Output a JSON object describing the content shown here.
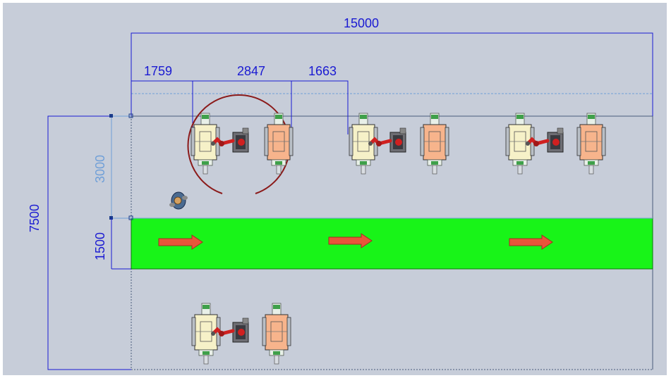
{
  "colors": {
    "background": "#c7cdd9",
    "dimension_line": "#1a1ad2",
    "dimension_light": "#6f9fd8",
    "floor_outline": "#4a5a7a",
    "conveyor": "#18f418",
    "arrow": "#e8553a",
    "robot_reach": "#8b1a1a",
    "robot_red": "#d02020"
  },
  "dimensions": {
    "total_length": "15000",
    "offset_1": "1759",
    "cell_spacing": "2847",
    "offset_2": "1663",
    "total_width": "7500",
    "zone_depth": "3000",
    "conveyor_width": "1500"
  },
  "layout_elements": {
    "conveyor": {
      "flow_direction": "right",
      "arrow_count": 3
    },
    "robot_cells": [
      "cell-1",
      "cell-2",
      "cell-3",
      "cell-4"
    ],
    "operator": "operator-figure"
  }
}
